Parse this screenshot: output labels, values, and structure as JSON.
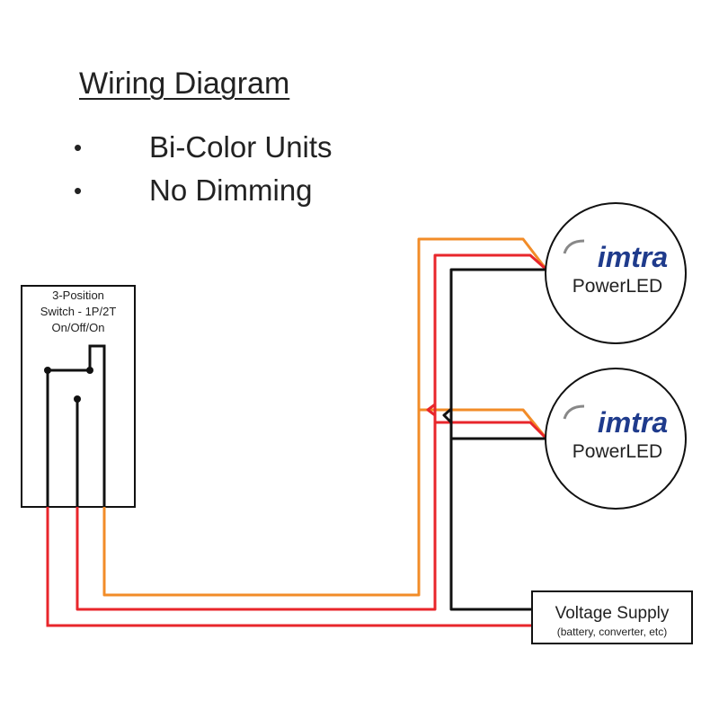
{
  "title": "Wiring Diagram",
  "bullets": [
    "Bi-Color Units",
    "No Dimming"
  ],
  "switch": {
    "label_lines": [
      "3-Position",
      "Switch - 1P/2T",
      "On/Off/On"
    ]
  },
  "leds": [
    {
      "brand": "imtra",
      "name": "PowerLED"
    },
    {
      "brand": "imtra",
      "name": "PowerLED"
    }
  ],
  "supply": {
    "title": "Voltage Supply",
    "subtitle": "(battery, converter, etc)"
  },
  "colors": {
    "orange": "#f28c28",
    "red": "#e8262b",
    "black": "#111111",
    "brand": "#1f3b8c"
  }
}
